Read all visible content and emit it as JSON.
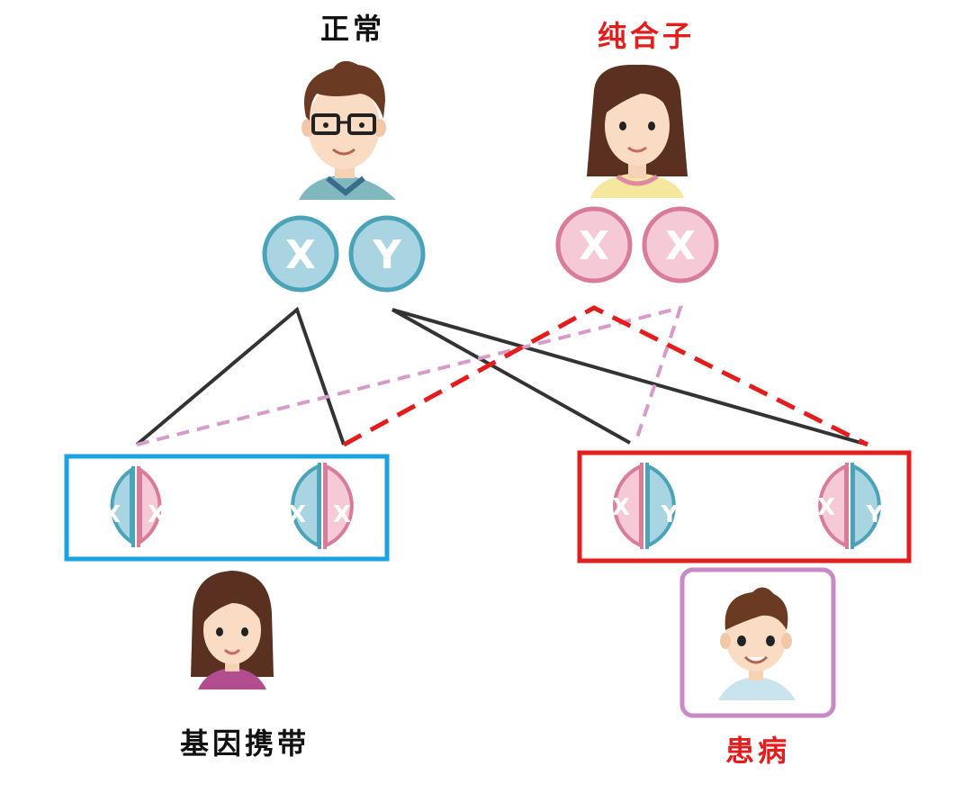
{
  "labels": {
    "father": "正常",
    "mother": "纯合子",
    "daughters": "基因携带",
    "sons": "患病"
  },
  "chromosomes": {
    "x": "X",
    "y": "Y"
  },
  "colors": {
    "label_black": "#111111",
    "label_red": "#e41c1c",
    "male_chromosome": "#a9d4e2",
    "male_chromosome_border": "#4aa3b8",
    "female_chromosome": "#f5c9d6",
    "female_chromosome_border": "#d97c9a",
    "daughters_box": "#1aa3e0",
    "sons_box": "#e41c1c",
    "affected_frame": "#c98ac3",
    "father_line": "#333333",
    "mother_normal_line": "#d79ac9",
    "mother_affected_line": "#e41c1c"
  },
  "people": {
    "father": "man-with-glasses",
    "mother": "woman",
    "daughter": "girl",
    "son": "boy"
  }
}
